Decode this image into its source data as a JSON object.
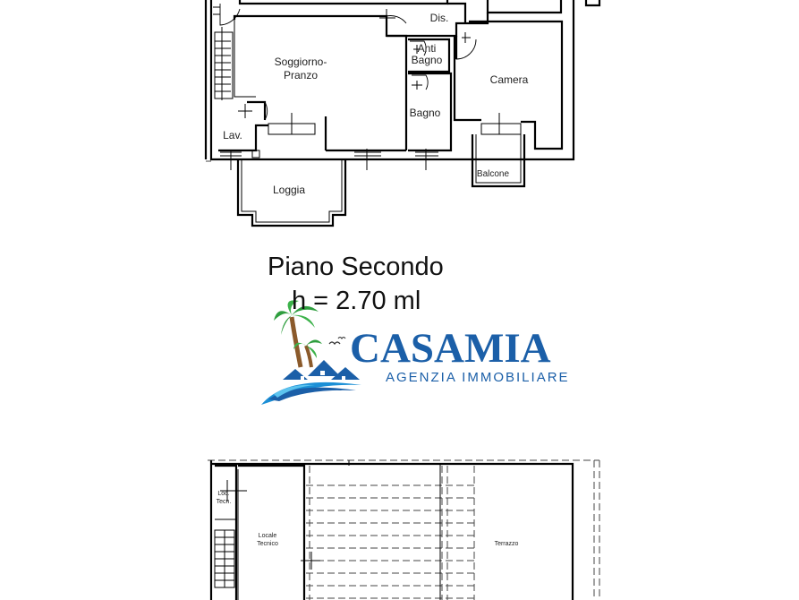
{
  "plan_title": "Piano Secondo",
  "plan_height": "h = 2.70 ml",
  "brand": {
    "name": "CASAMIA",
    "tagline": "AGENZIA IMMOBILIARE",
    "color": "#1b5fa8"
  },
  "upper_floor": {
    "rooms": [
      {
        "id": "soggiorno",
        "lines": [
          "Soggiorno-",
          "Pranzo"
        ]
      },
      {
        "id": "dis",
        "lines": [
          "Dis."
        ]
      },
      {
        "id": "antibagno",
        "lines": [
          "Anti",
          "Bagno"
        ]
      },
      {
        "id": "bagno",
        "lines": [
          "Bagno"
        ]
      },
      {
        "id": "camera",
        "lines": [
          "Camera"
        ]
      },
      {
        "id": "lav",
        "lines": [
          "Lav."
        ]
      },
      {
        "id": "loggia",
        "lines": [
          "Loggia"
        ]
      },
      {
        "id": "balcone",
        "lines": [
          "Balcone"
        ]
      }
    ]
  },
  "lower_floor": {
    "rooms": [
      {
        "id": "loc-tecn",
        "lines": [
          "Loc.",
          "Tecn."
        ]
      },
      {
        "id": "locale-tecnico",
        "lines": [
          "Locale",
          "Tecnico"
        ]
      },
      {
        "id": "terrazzo",
        "lines": [
          "Terrazzo"
        ]
      }
    ]
  }
}
